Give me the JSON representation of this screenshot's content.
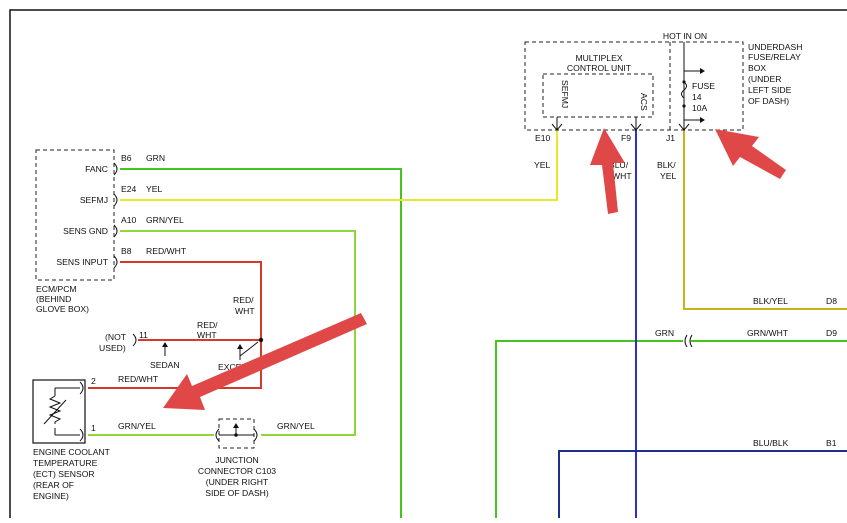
{
  "wire_colors": {
    "green": "#44c41e",
    "yellow": "#e8e82a",
    "green_yellow": "#8ed83c",
    "red": "#d23a2a",
    "blue": "#2d2dd0",
    "navy": "#1c2f8f",
    "black_yellow": "#c8b418",
    "arrow": "#e04848"
  },
  "ecm": {
    "pins": [
      {
        "label": "FANC",
        "pin": "B6",
        "wire": "GRN"
      },
      {
        "label": "SEFMJ",
        "pin": "E24",
        "wire": "YEL"
      },
      {
        "label": "SENS GND",
        "pin": "A10",
        "wire": "GRN/YEL"
      },
      {
        "label": "SENS INPUT",
        "pin": "B8",
        "wire": "RED/WHT"
      }
    ],
    "caption": [
      "ECM/PCM",
      "(BEHIND",
      "GLOVE BOX)"
    ]
  },
  "mcu": {
    "title": [
      "MULTIPLEX",
      "CONTROL UNIT"
    ],
    "inner_labels": [
      "SEFMJ",
      "ACS"
    ],
    "pins": [
      "E10",
      "F9"
    ]
  },
  "fuse_box": {
    "hot_label": "HOT IN ON",
    "fuse": [
      "FUSE",
      "14",
      "10A"
    ],
    "pin": "J1",
    "caption": [
      "UNDERDASH",
      "FUSE/RELAY",
      "BOX",
      "(UNDER",
      "LEFT SIDE",
      "OF DASH)"
    ]
  },
  "wire_labels": {
    "yel": "YEL",
    "blu_wht": [
      "BLU/",
      "WHT"
    ],
    "blk_yel_v": [
      "BLK/",
      "YEL"
    ],
    "red_wht_1": [
      "RED/",
      "WHT"
    ],
    "red_wht_2": [
      "RED/",
      "WHT"
    ],
    "red_wht_3": "RED/WHT",
    "grn_yel_1": "GRN/YEL",
    "grn_yel_2": "GRN/YEL",
    "blk_yel_h": "BLK/YEL",
    "grn": "GRN",
    "grn_wht": "GRN/WHT",
    "blu_blk": "BLU/BLK"
  },
  "right_pins": {
    "d8": "D8",
    "d9": "D9",
    "b1": "B1"
  },
  "not_used": {
    "pin": "11",
    "label": [
      "(NOT",
      "USED)"
    ]
  },
  "sedan_label": "SEDAN",
  "except_label": [
    "EXCEP",
    "X"
  ],
  "sensor": {
    "pins": [
      "2",
      "1"
    ],
    "caption": [
      "ENGINE COOLANT",
      "TEMPERATURE",
      "(ECT) SENSOR",
      "(REAR OF",
      "ENGINE)"
    ]
  },
  "junction": {
    "caption": [
      "JUNCTION",
      "CONNECTOR C103",
      "(UNDER RIGHT",
      "SIDE OF DASH)"
    ]
  }
}
